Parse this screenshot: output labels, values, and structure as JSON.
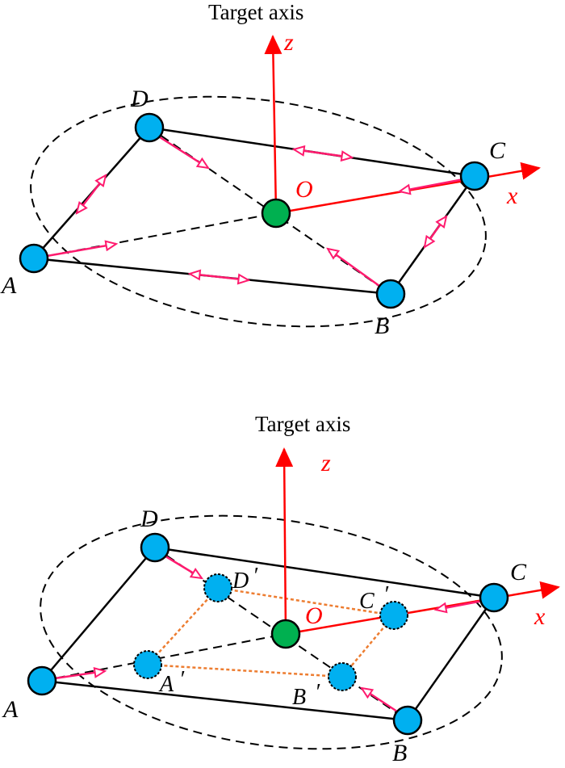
{
  "colors": {
    "node_fill": "#00b0f0",
    "origin_fill": "#00b050",
    "axis": "#ff0000",
    "arrow": "#ff1a6e",
    "dotted_link": "#ed7d31",
    "edge": "#000000"
  },
  "top_diagram": {
    "title": "Target axis",
    "z_label": "z",
    "x_label": "x",
    "origin_label": "O",
    "nodes": [
      {
        "id": "A",
        "label": "A"
      },
      {
        "id": "B",
        "label": "B"
      },
      {
        "id": "C",
        "label": "C"
      },
      {
        "id": "D",
        "label": "D"
      }
    ]
  },
  "bottom_diagram": {
    "title": "Target axis",
    "z_label": "z",
    "x_label": "x",
    "origin_label": "O",
    "nodes": [
      {
        "id": "A",
        "label": "A"
      },
      {
        "id": "B",
        "label": "B"
      },
      {
        "id": "C",
        "label": "C"
      },
      {
        "id": "D",
        "label": "D"
      }
    ],
    "moved_nodes": [
      {
        "id": "A'",
        "label": "A"
      },
      {
        "id": "B'",
        "label": "B"
      },
      {
        "id": "C'",
        "label": "C"
      },
      {
        "id": "D'",
        "label": "D"
      }
    ],
    "prime_mark": "′"
  }
}
